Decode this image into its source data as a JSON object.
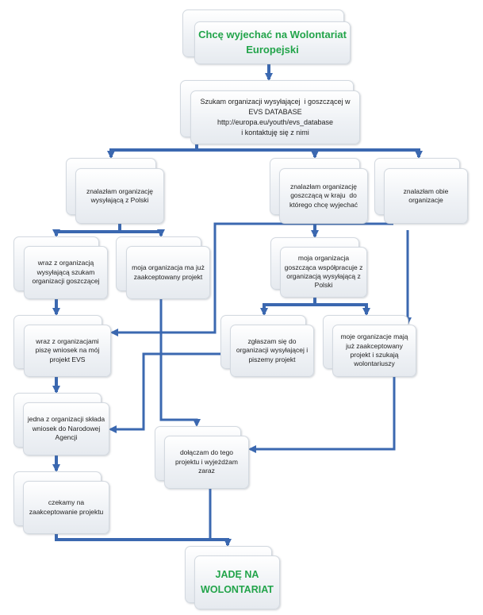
{
  "diagram": {
    "colors": {
      "arrow": "#3b68b0",
      "title_text": "#22a44a",
      "box_text": "#222222",
      "box_border": "#d3d9e0"
    },
    "nodes": [
      {
        "id": "start",
        "lines": [
          "Chcę wyjechać na Wolontariat",
          "Europejski"
        ]
      },
      {
        "id": "search",
        "lines": [
          "Szukam organizacji wysyłającej  i goszczącej w",
          "EVS DATABASE",
          "http://europa.eu/youth/evs_database",
          "i kontaktuję się z nimi"
        ]
      },
      {
        "id": "found-polish",
        "lines": [
          "znalazłam organizację",
          "wysyłającą z Polski"
        ]
      },
      {
        "id": "found-host",
        "lines": [
          "znalazłam organizację",
          "goszczącą w kraju  do",
          "którego chcę wyjechać"
        ]
      },
      {
        "id": "found-both",
        "lines": [
          "znalazłam obie",
          "organizacje"
        ]
      },
      {
        "id": "search-host-with-sending",
        "lines": [
          "wraz z organizacją",
          "wysyłającą szukam",
          "organizacji goszczącej"
        ]
      },
      {
        "id": "accepted-project",
        "lines": [
          "moja organizacja ma już",
          "zaakceptowany projekt"
        ]
      },
      {
        "id": "host-cooperates",
        "lines": [
          "moja organizacja",
          "goszcząca współpracuje z",
          "organizacją wysyłającą z",
          "Polski"
        ]
      },
      {
        "id": "write-application",
        "lines": [
          "wraz z organizacjami",
          "piszę wniosek na mój",
          "projekt EVS"
        ]
      },
      {
        "id": "apply-sending",
        "lines": [
          "zgłaszam się do",
          "organizacji wysyłającej i",
          "piszemy projekt"
        ]
      },
      {
        "id": "both-accepted",
        "lines": [
          "moje organizacje mają",
          "już zaakceptowany",
          "projekt i szukają",
          "wolontariuszy"
        ]
      },
      {
        "id": "submit-agency",
        "lines": [
          "jedna z organizacji składa",
          "wniosek do Narodowej",
          "Agencji"
        ]
      },
      {
        "id": "join-project",
        "lines": [
          "dołączam do tego",
          "projektu i wyjeżdżam",
          "zaraz"
        ]
      },
      {
        "id": "wait-acceptance",
        "lines": [
          "czekamy na",
          "zaakceptowanie projektu"
        ]
      },
      {
        "id": "finish",
        "lines": [
          "JADĘ NA",
          "WOLONTARIAT"
        ]
      }
    ]
  }
}
